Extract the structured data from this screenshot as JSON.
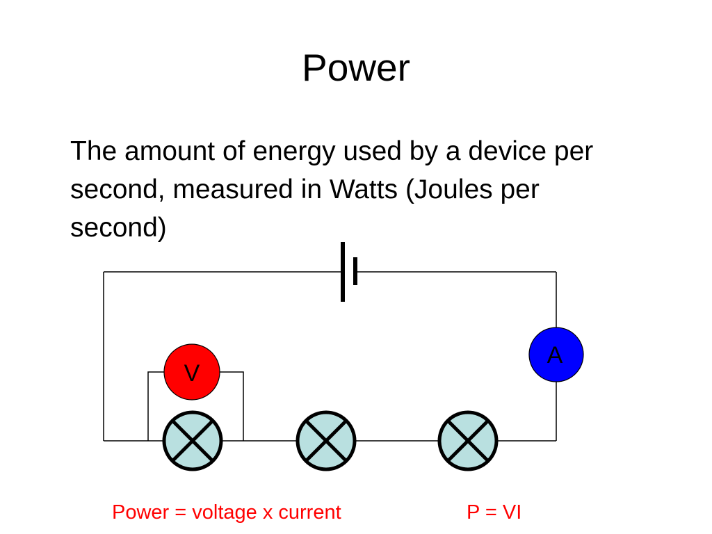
{
  "slide": {
    "title": "Power",
    "definition": "The amount of energy used by a device per second, measured in Watts (Joules per second)"
  },
  "circuit": {
    "components": {
      "voltmeter_label": "V",
      "ammeter_label": "A",
      "lamp_count": 3
    },
    "colors": {
      "wire": "#000000",
      "voltmeter_fill": "#ff0000",
      "ammeter_fill": "#0000ff",
      "lamp_fill": "#b9e0e0"
    }
  },
  "formulas": {
    "words": "Power = voltage x current",
    "symbols": "P = VI"
  },
  "colors": {
    "background": "#ffffff",
    "text": "#000000",
    "formula_text": "#ff0000"
  }
}
